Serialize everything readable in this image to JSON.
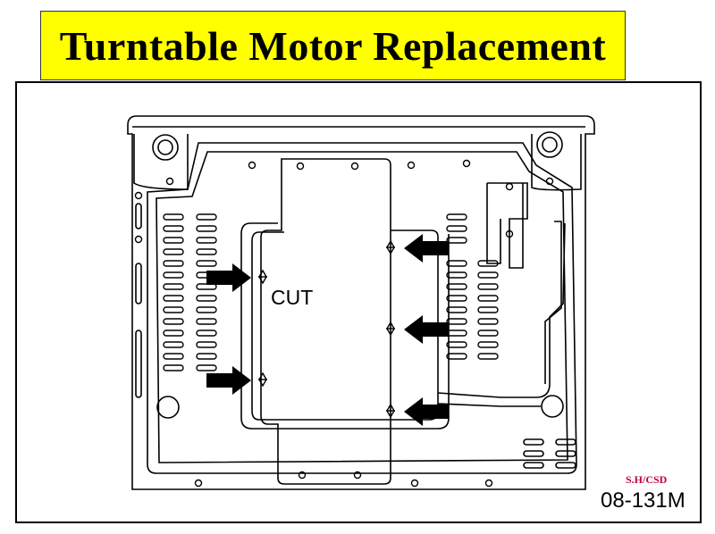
{
  "title": "Turntable Motor Replacement",
  "diagram": {
    "cut_label": "CUT",
    "credit": "S.H/CSD",
    "figure_code": "08-131M",
    "colors": {
      "banner": "#ffff00",
      "credit": "#c0004a",
      "line": "#000000"
    },
    "icons": [
      "arrow-right-icon",
      "arrow-left-icon"
    ]
  }
}
